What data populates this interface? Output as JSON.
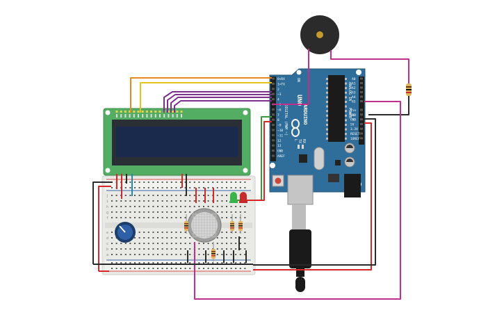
{
  "arduino": {
    "brand_line1": "ARDUINO",
    "brand_line2": "UNO",
    "digital_header": "DIGITAL (PWM ~)",
    "analog_header": "ANALOG IN",
    "power_header": "POWER",
    "on_label": "ON",
    "tx_label": "TX",
    "rx_label": "RX",
    "l_label": "L",
    "digital_pins": [
      "0<RX",
      "1>TX",
      "2",
      "~3",
      "4",
      "~5",
      "~6",
      "7",
      "8",
      "~9",
      "~10",
      "~11",
      "12",
      "13",
      "GND",
      "AREF"
    ],
    "analog_pins": [
      "A0",
      "A1",
      "A2",
      "A3",
      "A4",
      "A5"
    ],
    "power_pins": [
      "Vin",
      "GND",
      "GND",
      "5V",
      "3.3V",
      "RESET",
      "IOREF"
    ]
  },
  "breadboard": {
    "row_letters_top": [
      "j",
      "i",
      "h",
      "g",
      "f"
    ],
    "row_letters_bottom": [
      "e",
      "d",
      "c",
      "b",
      "a"
    ]
  },
  "colors": {
    "board_blue": "#2f6e9a",
    "lcd_green": "#53ad63",
    "lcd_screen": "#1a2a4c",
    "wire_orange": "#e8891c",
    "wire_yellow": "#e3c21a",
    "wire_purple": "#7b2f8e",
    "wire_magenta": "#c22f8a",
    "wire_red": "#d72626",
    "wire_black": "#2a2a2a",
    "wire_green": "#3a9a3a",
    "led_green": "#3cb34a",
    "led_red": "#c62a2a",
    "buzzer": "#2b2b2b"
  },
  "icons": [
    "potentiometer-knob-icon",
    "gas-sensor-icon",
    "buzzer-icon",
    "led-icon",
    "resistor-icon",
    "usb-cable-icon",
    "infinity-logo-icon"
  ]
}
